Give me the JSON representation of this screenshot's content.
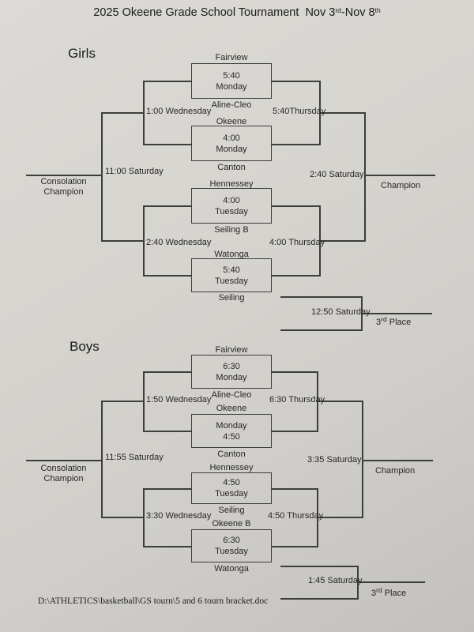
{
  "page": {
    "title": {
      "prefix": "2025 Okeene Grade School Tournament  Nov 3",
      "sup1": "rd",
      "mid": "-Nov 8",
      "sup2": "th"
    },
    "footer": "D:\\ATHLETICS\\basketball\\GS tourn\\5 and 6 tourn bracket.doc",
    "colors": {
      "paper": "#d6d4cf",
      "ink": "#262626",
      "line": "#3d3d3d"
    }
  },
  "girls": {
    "section_label": "Girls",
    "games": [
      {
        "team_top": "Fairview",
        "line1": "5:40",
        "line2": "Monday",
        "team_bottom": "Aline-Cleo"
      },
      {
        "team_top": "Okeene",
        "line1": "4:00",
        "line2": "Monday",
        "team_bottom": "Canton"
      },
      {
        "team_top": "Hennessey",
        "line1": "4:00",
        "line2": "Tuesday",
        "team_bottom": "Seiling B"
      },
      {
        "team_top": "Watonga",
        "line1": "5:40",
        "line2": "Tuesday",
        "team_bottom": "Seiling"
      }
    ],
    "labels": {
      "consol_semi_top": "1:00 Wednesday",
      "consol_semi_bottom": "2:40 Wednesday",
      "consol_final": "11:00 Saturday",
      "consolation_line1": "Consolation",
      "consolation_line2": "Champion",
      "winners_semi_top": "5:40Thursday",
      "winners_semi_bottom": "4:00 Thursday",
      "final": "2:40 Saturday",
      "champion": "Champion",
      "third_place_time": "12:50 Saturday",
      "third_num": "3",
      "third_sup": "rd",
      "third_word": " Place"
    }
  },
  "boys": {
    "section_label": "Boys",
    "games": [
      {
        "team_top": "Fairview",
        "line1": "6:30",
        "line2": "Monday",
        "team_bottom": "Aline-Cleo"
      },
      {
        "team_top": "Okeene",
        "line1": "Monday",
        "line2": "4:50",
        "team_bottom": "Canton"
      },
      {
        "team_top": "Hennessey",
        "line1": "4:50",
        "line2": "Tuesday",
        "team_bottom": "Seiling"
      },
      {
        "team_top": "Okeene B",
        "line1": "6:30",
        "line2": "Tuesday",
        "team_bottom": "Watonga"
      }
    ],
    "labels": {
      "consol_semi_top": "1:50 Wednesday",
      "consol_semi_bottom": "3:30 Wednesday",
      "consol_final": "11:55 Saturday",
      "consolation_line1": "Consolation",
      "consolation_line2": "Champion",
      "winners_semi_top": "6:30 Thursday",
      "winners_semi_bottom": "4:50 Thursday",
      "final": "3:35 Saturday",
      "champion": "Champion",
      "third_place_time": "1:45 Saturday",
      "third_num": "3",
      "third_sup": "rd",
      "third_word": " Place"
    }
  }
}
